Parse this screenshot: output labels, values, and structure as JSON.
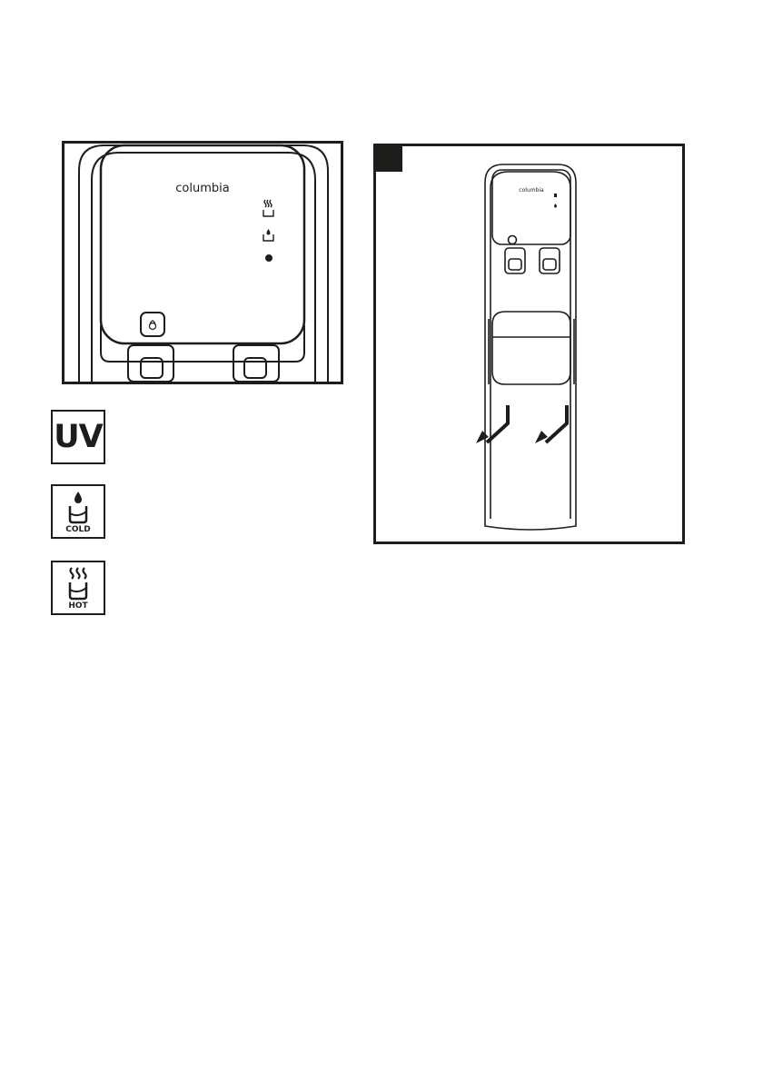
{
  "figure_left": {
    "brand_label": "columbia",
    "controls": [
      "hot-water-indicator",
      "cold-water-indicator",
      "power-indicator",
      "child-lock-button"
    ]
  },
  "figure_right": {
    "brand_label": "columbia",
    "arrows": [
      "lift-arrow-left",
      "lift-arrow-right"
    ]
  },
  "legend_icons": [
    {
      "name": "uv-icon",
      "label": "UV"
    },
    {
      "name": "cold-icon",
      "label": "COLD"
    },
    {
      "name": "hot-icon",
      "label": "HOT"
    }
  ],
  "colors": {
    "ink": "#1d1d1b",
    "background": "#ffffff"
  }
}
